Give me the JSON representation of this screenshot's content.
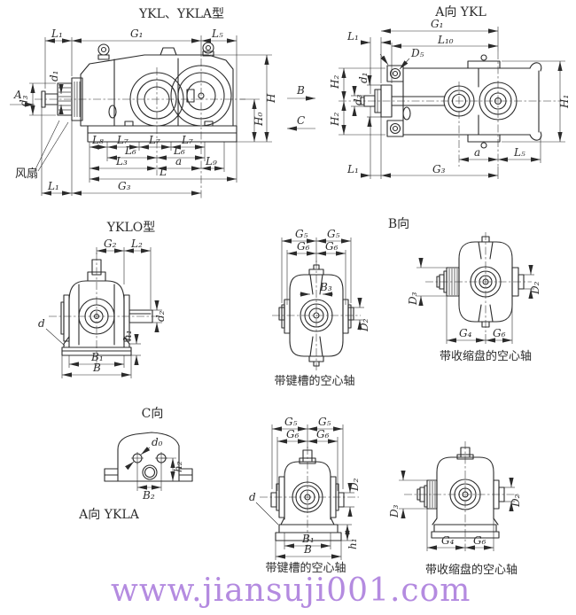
{
  "titles": {
    "side": "YKL、YKLA型",
    "a_view_ykl": "A向 YKL",
    "yklo": "YKLO型",
    "b_view": "B向",
    "c_view": "C向",
    "a_view_ykla": "A向 YKLA"
  },
  "captions": {
    "keyway": "带键槽的空心轴",
    "shrink_disk": "带收缩盘的空心轴"
  },
  "side_view": {
    "view_arrow": "A",
    "fan": "风扇",
    "L1": "L₁",
    "G1": "G₁",
    "L5": "L₅",
    "d3": "d₃",
    "d1": "d₁",
    "H": "H",
    "H0": "H₀",
    "L8": "L₈",
    "L7": "L₇",
    "L6": "L₆",
    "L3": "L₃",
    "a": "a",
    "L9": "L₉",
    "L": "L",
    "G3": "G₃"
  },
  "a_view": {
    "view_arrow_b": "B",
    "view_arrow_c": "C",
    "L1": "L₁",
    "G1": "G₁",
    "L10": "L₁₀",
    "D5": "D₅",
    "H2": "H₂",
    "d1": "d₁",
    "d3": "d₃",
    "H1": "H₁",
    "a": "a",
    "L5": "L₅",
    "G3": "G₃"
  },
  "yklo": {
    "G2": "G₂",
    "L2": "L₂",
    "d": "d",
    "d2": "d₂",
    "h1": "h₁",
    "B1": "B₁",
    "B": "B"
  },
  "b_keyway": {
    "G5": "G₅",
    "G6": "G₆",
    "B3": "B₃",
    "D2": "D₂"
  },
  "b_shrink": {
    "D3": "D₃",
    "D2": "D₂",
    "G4": "G₄",
    "G6": "G₆"
  },
  "c_view": {
    "d0": "d₀",
    "h2": "h₂",
    "B2": "B₂"
  },
  "bottom_keyway": {
    "G5": "G₅",
    "G6": "G₆",
    "d": "d",
    "D2": "D₂",
    "h1": "h₁",
    "B1": "B₁",
    "B": "B"
  },
  "bottom_shrink": {
    "D3": "D₃",
    "D2": "D₂",
    "G4": "G₄",
    "G6": "G₆"
  },
  "watermark": {
    "text": "www.jiansuji001.com",
    "color": "#b48be0"
  },
  "colors": {
    "line": "#2b2b2b",
    "background": "#ffffff"
  }
}
